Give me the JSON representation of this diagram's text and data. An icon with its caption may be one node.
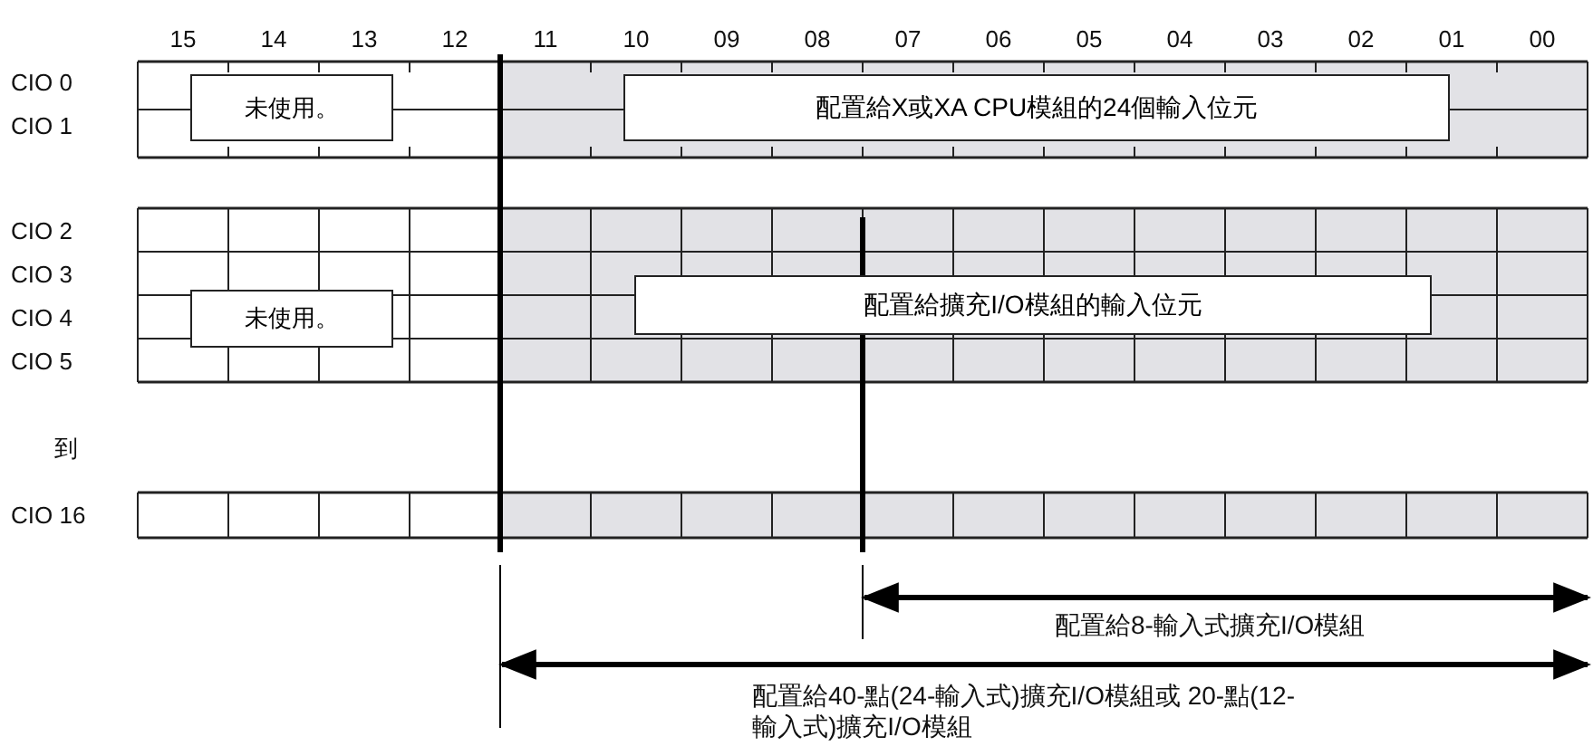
{
  "diagram": {
    "nodes": [
      {
        "text": [
          "未使用。"
        ]
      },
      {
        "text": [
          "配置給X或XA CPU模組的24個輸入位元"
        ]
      },
      {
        "text": [
          "未使用。"
        ]
      },
      {
        "text": [
          "配置給擴充I/O模組的輸入位元"
        ]
      }
    ],
    "labels": [
      "15",
      "14",
      "13",
      "12",
      "11",
      "10",
      "09",
      "08",
      "07",
      "06",
      "05",
      "04",
      "03",
      "02",
      "01",
      "00",
      "CIO 0",
      "CIO 1",
      "CIO 2",
      "CIO 3",
      "CIO 4",
      "CIO 5",
      "到",
      "CIO 16",
      "配置給8-輸入式擴充I/O模組",
      "配置給40-點(24-輸入式)擴充I/O模組或 20-點(12-輸入式)擴充I/O模組"
    ]
  }
}
